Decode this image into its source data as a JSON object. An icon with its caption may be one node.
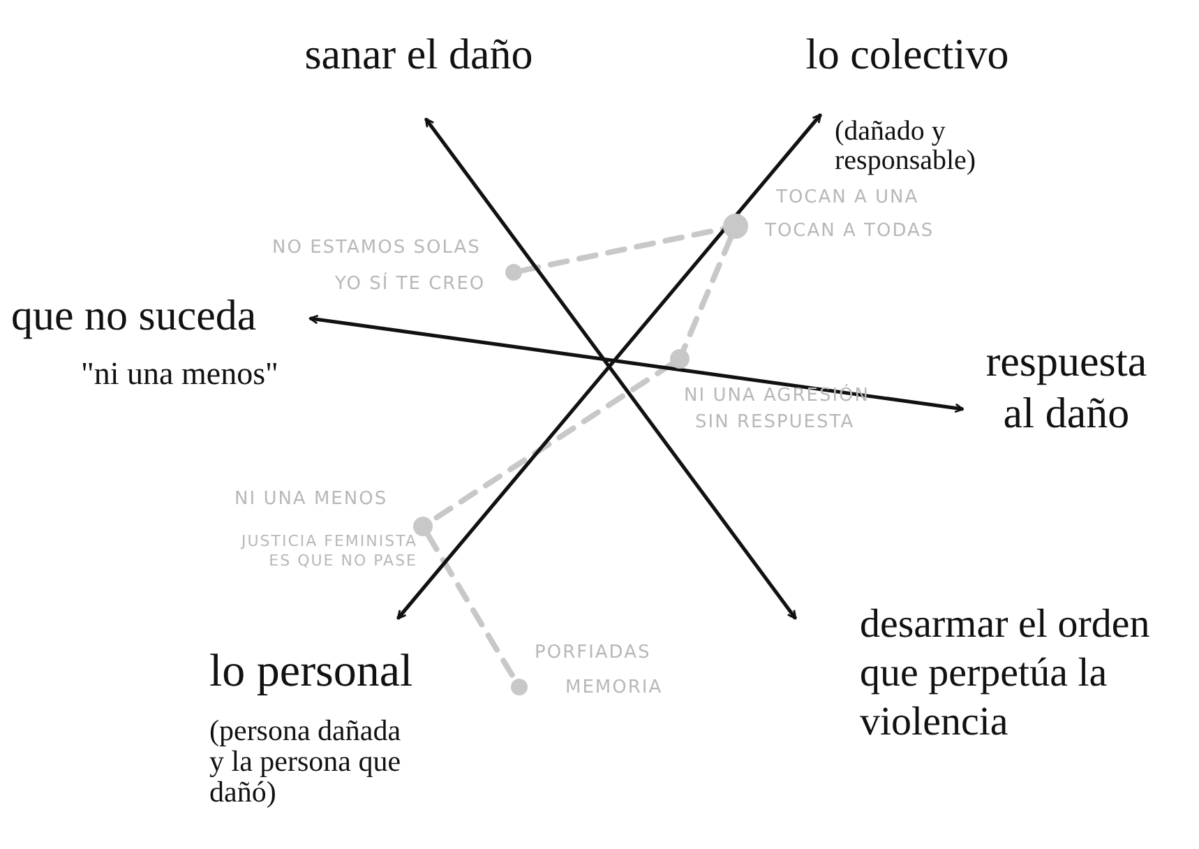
{
  "diagram": {
    "nodes": [
      {
        "text": [],
        "shape": "circle",
        "beside": [
          "TOCAN A UNA",
          "TOCAN A TODAS"
        ]
      },
      {
        "text": [],
        "shape": "circle",
        "beside": [
          "NO ESTAMOS SOLAS",
          "YO SÍ TE CREO"
        ]
      },
      {
        "text": [],
        "shape": "circle",
        "beside": [
          "NI UNA AGRESIÓN",
          "SIN RESPUESTA"
        ]
      },
      {
        "text": [],
        "shape": "circle",
        "beside": [
          "NI UNA MENOS",
          "JUSTICIA FEMINISTA ES QUE NO PASE"
        ]
      },
      {
        "text": [],
        "shape": "circle",
        "beside": [
          "PORFIADAS",
          "MEMORIA"
        ]
      }
    ],
    "edges": [
      {
        "from": 1,
        "to": 0,
        "arrow": "none",
        "style": "dashed"
      },
      {
        "from": 0,
        "to": 2,
        "arrow": "none",
        "style": "dashed"
      },
      {
        "from": 2,
        "to": 3,
        "arrow": "none",
        "style": "dashed"
      },
      {
        "from": 3,
        "to": 4,
        "arrow": "none",
        "style": "dashed"
      }
    ],
    "labels": [
      "sanar el daño",
      "lo colectivo",
      "(dañado y responsable)",
      "que no suceda",
      "\"ni una menos\"",
      "respuesta al daño",
      "desarmar el orden que perpetúa la violencia",
      "lo personal",
      "(persona dañada y la persona que dañó)"
    ]
  }
}
